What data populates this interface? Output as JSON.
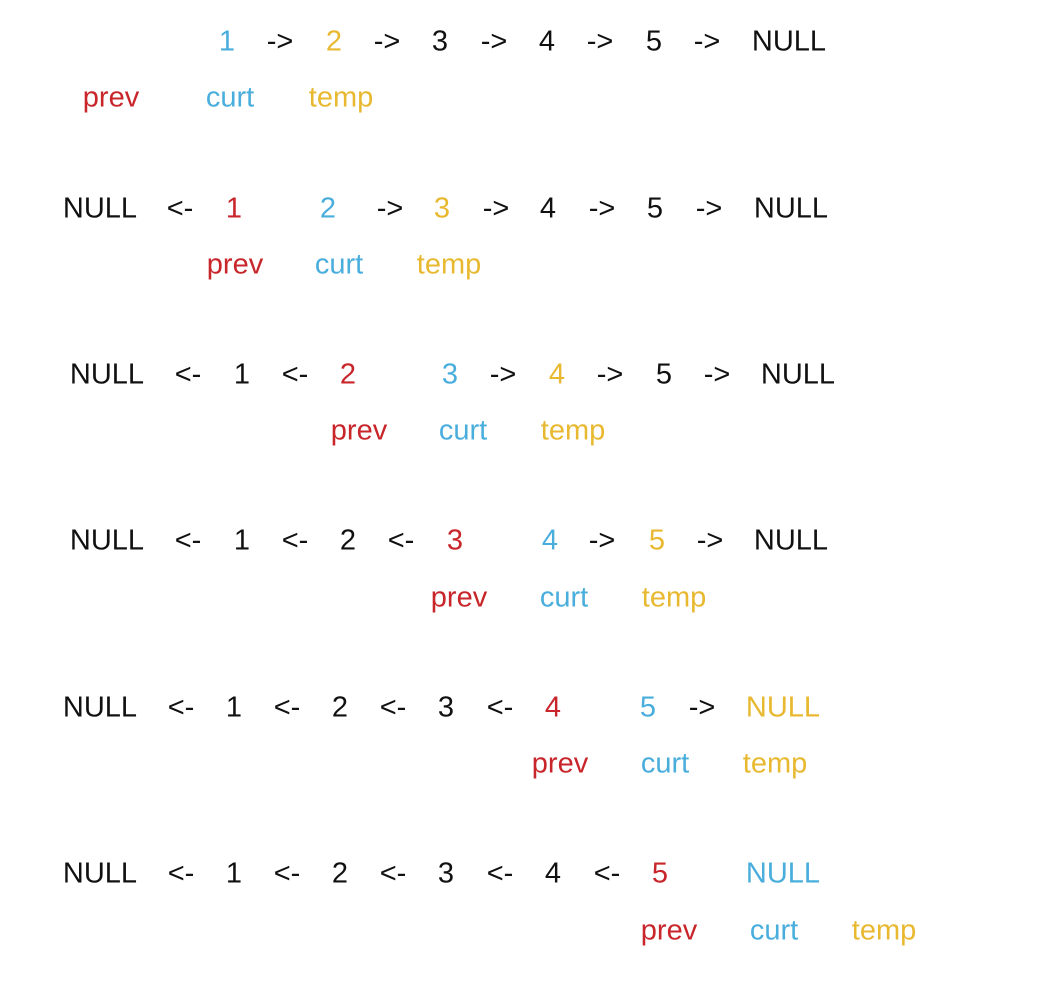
{
  "colors": {
    "default": "#111111",
    "prev": "#c8262b",
    "curt": "#4aaedd",
    "temp": "#e8b930"
  },
  "steps": [
    {
      "list": [
        {
          "text": "1",
          "role": "curt"
        },
        {
          "text": "->",
          "role": "default"
        },
        {
          "text": "2",
          "role": "temp"
        },
        {
          "text": "->",
          "role": "default"
        },
        {
          "text": "3",
          "role": "default"
        },
        {
          "text": "->",
          "role": "default"
        },
        {
          "text": "4",
          "role": "default"
        },
        {
          "text": "->",
          "role": "default"
        },
        {
          "text": "5",
          "role": "default"
        },
        {
          "text": "->",
          "role": "default"
        },
        {
          "text": "NULL",
          "role": "default"
        }
      ],
      "pointers": [
        {
          "text": "prev",
          "role": "prev"
        },
        {
          "text": "curt",
          "role": "curt"
        },
        {
          "text": "temp",
          "role": "temp"
        }
      ]
    },
    {
      "list": [
        {
          "text": "NULL",
          "role": "default"
        },
        {
          "text": "<-",
          "role": "default"
        },
        {
          "text": "1",
          "role": "prev"
        },
        {
          "text": "2",
          "role": "curt"
        },
        {
          "text": "->",
          "role": "default"
        },
        {
          "text": "3",
          "role": "temp"
        },
        {
          "text": "->",
          "role": "default"
        },
        {
          "text": "4",
          "role": "default"
        },
        {
          "text": "->",
          "role": "default"
        },
        {
          "text": "5",
          "role": "default"
        },
        {
          "text": "->",
          "role": "default"
        },
        {
          "text": "NULL",
          "role": "default"
        }
      ],
      "pointers": [
        {
          "text": "prev",
          "role": "prev"
        },
        {
          "text": "curt",
          "role": "curt"
        },
        {
          "text": "temp",
          "role": "temp"
        }
      ]
    },
    {
      "list": [
        {
          "text": "NULL",
          "role": "default"
        },
        {
          "text": "<-",
          "role": "default"
        },
        {
          "text": "1",
          "role": "default"
        },
        {
          "text": "<-",
          "role": "default"
        },
        {
          "text": "2",
          "role": "prev"
        },
        {
          "text": "3",
          "role": "curt"
        },
        {
          "text": "->",
          "role": "default"
        },
        {
          "text": "4",
          "role": "temp"
        },
        {
          "text": "->",
          "role": "default"
        },
        {
          "text": "5",
          "role": "default"
        },
        {
          "text": "->",
          "role": "default"
        },
        {
          "text": "NULL",
          "role": "default"
        }
      ],
      "pointers": [
        {
          "text": "prev",
          "role": "prev"
        },
        {
          "text": "curt",
          "role": "curt"
        },
        {
          "text": "temp",
          "role": "temp"
        }
      ]
    },
    {
      "list": [
        {
          "text": "NULL",
          "role": "default"
        },
        {
          "text": "<-",
          "role": "default"
        },
        {
          "text": "1",
          "role": "default"
        },
        {
          "text": "<-",
          "role": "default"
        },
        {
          "text": "2",
          "role": "default"
        },
        {
          "text": "<-",
          "role": "default"
        },
        {
          "text": "3",
          "role": "prev"
        },
        {
          "text": "4",
          "role": "curt"
        },
        {
          "text": "->",
          "role": "default"
        },
        {
          "text": "5",
          "role": "temp"
        },
        {
          "text": "->",
          "role": "default"
        },
        {
          "text": "NULL",
          "role": "default"
        }
      ],
      "pointers": [
        {
          "text": "prev",
          "role": "prev"
        },
        {
          "text": "curt",
          "role": "curt"
        },
        {
          "text": "temp",
          "role": "temp"
        }
      ]
    },
    {
      "list": [
        {
          "text": "NULL",
          "role": "default"
        },
        {
          "text": "<-",
          "role": "default"
        },
        {
          "text": "1",
          "role": "default"
        },
        {
          "text": "<-",
          "role": "default"
        },
        {
          "text": "2",
          "role": "default"
        },
        {
          "text": "<-",
          "role": "default"
        },
        {
          "text": "3",
          "role": "default"
        },
        {
          "text": "<-",
          "role": "default"
        },
        {
          "text": "4",
          "role": "prev"
        },
        {
          "text": "5",
          "role": "curt"
        },
        {
          "text": "->",
          "role": "default"
        },
        {
          "text": "NULL",
          "role": "temp"
        }
      ],
      "pointers": [
        {
          "text": "prev",
          "role": "prev"
        },
        {
          "text": "curt",
          "role": "curt"
        },
        {
          "text": "temp",
          "role": "temp"
        }
      ]
    },
    {
      "list": [
        {
          "text": "NULL",
          "role": "default"
        },
        {
          "text": "<-",
          "role": "default"
        },
        {
          "text": "1",
          "role": "default"
        },
        {
          "text": "<-",
          "role": "default"
        },
        {
          "text": "2",
          "role": "default"
        },
        {
          "text": "<-",
          "role": "default"
        },
        {
          "text": "3",
          "role": "default"
        },
        {
          "text": "<-",
          "role": "default"
        },
        {
          "text": "4",
          "role": "default"
        },
        {
          "text": "<-",
          "role": "default"
        },
        {
          "text": "5",
          "role": "prev"
        },
        {
          "text": "NULL",
          "role": "curt"
        }
      ],
      "pointers": [
        {
          "text": "prev",
          "role": "prev"
        },
        {
          "text": "curt",
          "role": "curt"
        },
        {
          "text": "temp",
          "role": "temp"
        }
      ]
    }
  ]
}
